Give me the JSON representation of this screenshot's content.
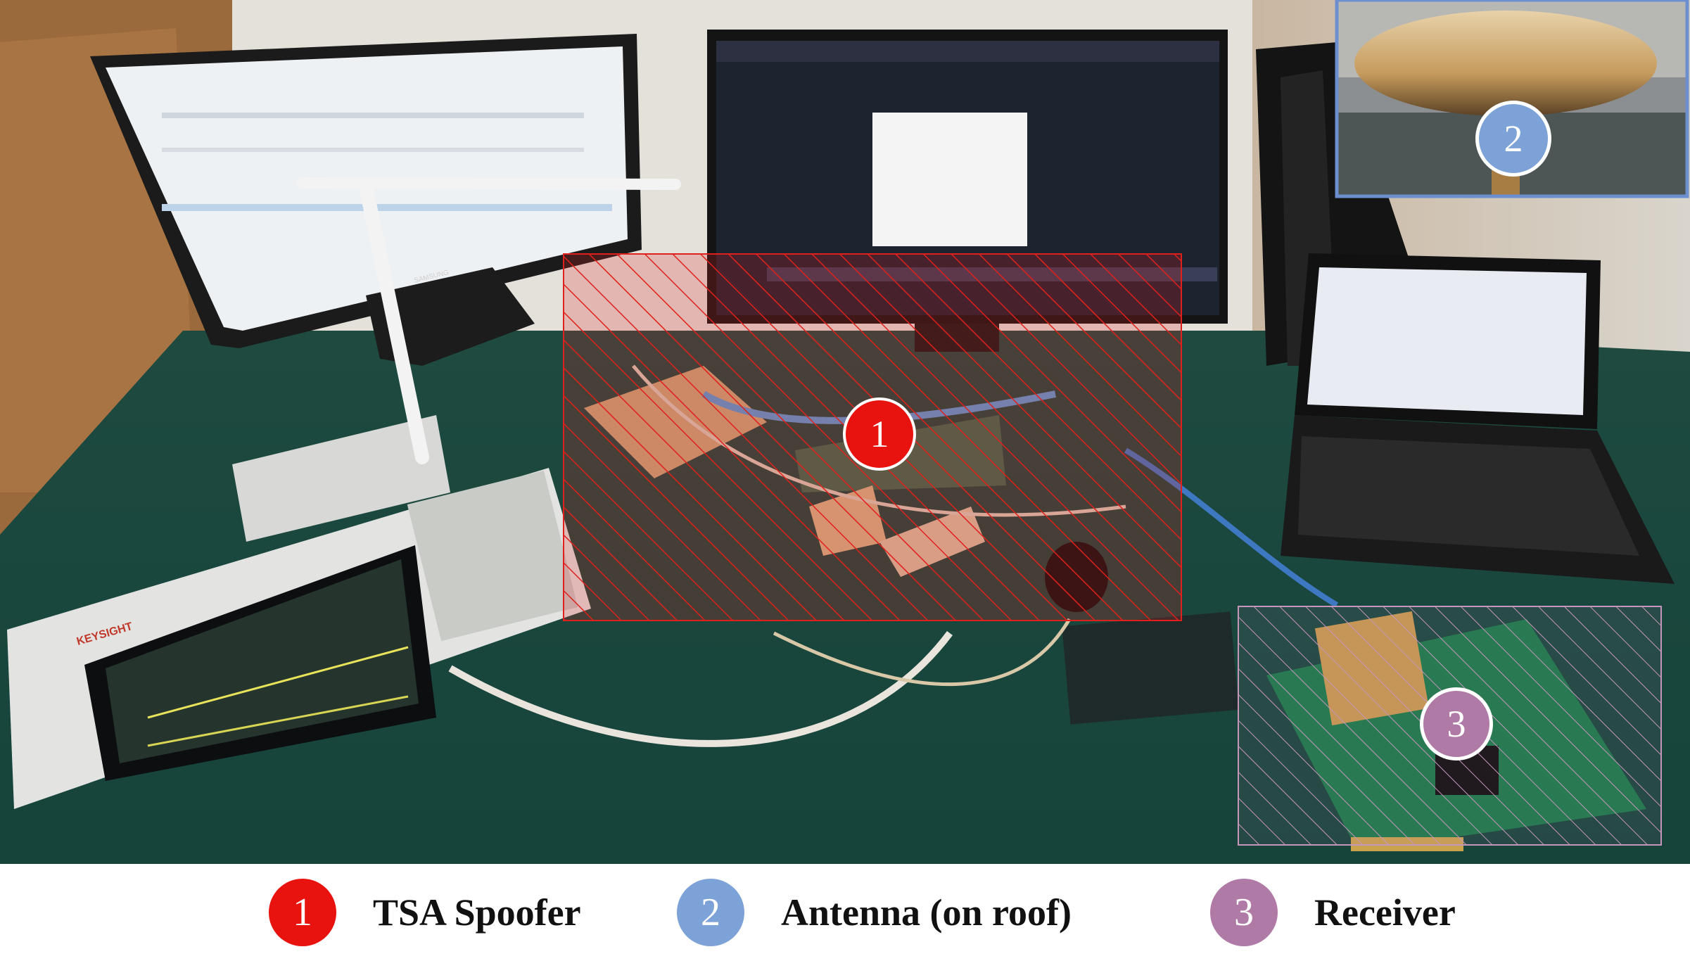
{
  "markers": [
    {
      "number": "1",
      "color": "#e8120f"
    },
    {
      "number": "2",
      "color": "#7da2d8"
    },
    {
      "number": "3",
      "color": "#b07aa6"
    }
  ],
  "legend": [
    {
      "number": "1",
      "label": "TSA Spoofer",
      "color": "#e8120f"
    },
    {
      "number": "2",
      "label": "Antenna (on roof)",
      "color": "#7da2d8"
    },
    {
      "number": "3",
      "label": "Receiver",
      "color": "#b07aa6"
    }
  ],
  "scene": {
    "oscilloscope_brand": "KEYSIGHT",
    "monitor_brand": "SAMSUNG"
  }
}
